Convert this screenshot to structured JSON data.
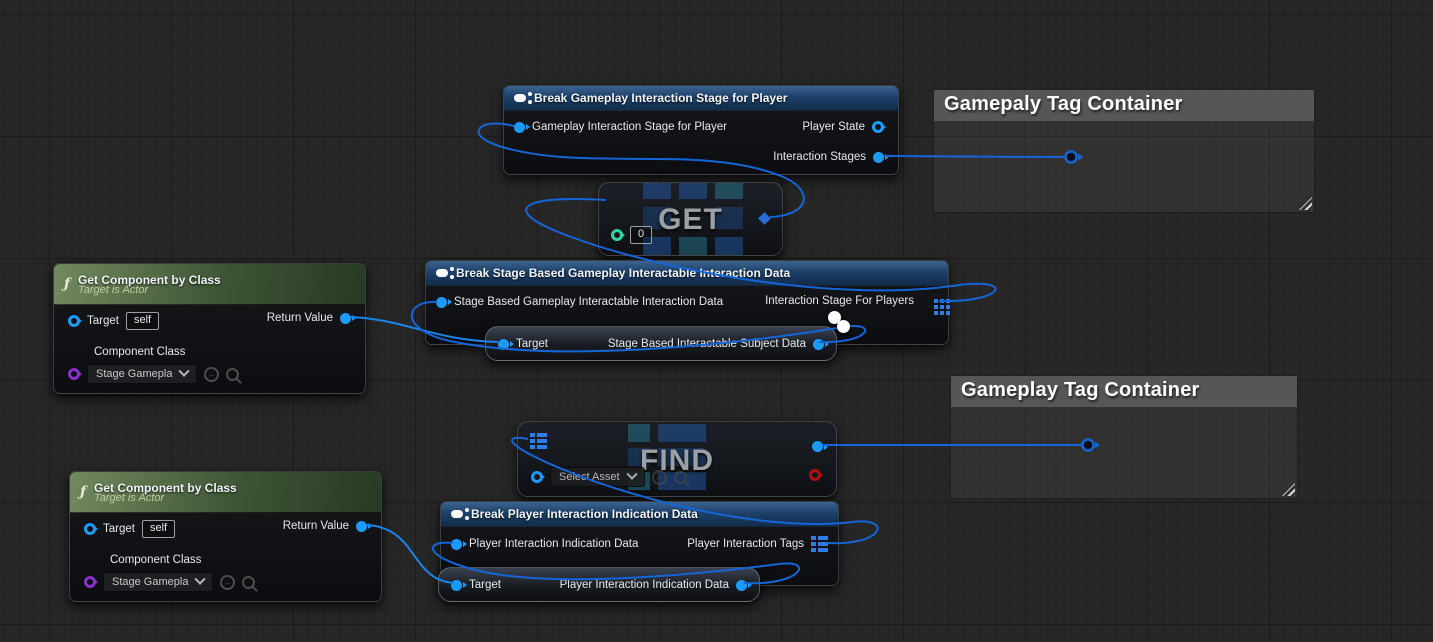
{
  "app": "Unreal Engine Blueprint Graph",
  "colors": {
    "wire_blue": "#1565d8",
    "pin_blue": "#1b9bff",
    "pin_purple": "#8b2fd4",
    "pin_green": "#2fd6a5",
    "pin_red": "#b30f0f",
    "header_blue": "#1d4169",
    "header_green": "#3d5434",
    "comment_titlebar": "#565656",
    "canvas_bg": "#272727"
  },
  "icons": {
    "break_struct": "pill-with-fork-dots",
    "function": "italic-f",
    "array_pin": "grid-3x3-blue",
    "map_pin": "list-rows-blue",
    "chevron_down": "caret",
    "revert": "circular-arrow",
    "search": "magnifier",
    "resize_grip": "diagonal-hatch",
    "reroute_knot": "blue-ring-dot",
    "cursor": "white-double-dot"
  },
  "comment1": {
    "title": "Gamepaly Tag Container"
  },
  "comment2": {
    "title": "Gameplay Tag Container"
  },
  "break_gameplay": {
    "title": "Break Gameplay Interaction Stage for Player",
    "in_pin": "Gameplay Interaction Stage for Player",
    "out_player_state": "Player State",
    "out_interaction_stages": "Interaction Stages"
  },
  "get": {
    "watermark": "GET",
    "index": "0"
  },
  "get_component": {
    "title": "Get Component by Class",
    "subtitle": "Target is Actor",
    "target_label": "Target",
    "target_value": "self",
    "return_label": "Return Value",
    "class_label": "Component Class",
    "class_value": "Stage Gamepla"
  },
  "break_stage": {
    "title": "Break Stage Based Gameplay Interactable Interaction Data",
    "in_pin": "Stage Based Gameplay Interactable Interaction Data",
    "out_pin": "Interaction Stage For Players"
  },
  "compact1": {
    "target_label": "Target",
    "out_label": "Stage Based Interactable Subject Data"
  },
  "find": {
    "watermark": "FIND",
    "key_value": "Select Asset"
  },
  "break_player": {
    "title": "Break Player Interaction Indication Data",
    "in_pin": "Player Interaction Indication Data",
    "out_pin": "Player Interaction Tags"
  },
  "compact2": {
    "target_label": "Target",
    "out_label": "Player Interaction Indication Data"
  }
}
